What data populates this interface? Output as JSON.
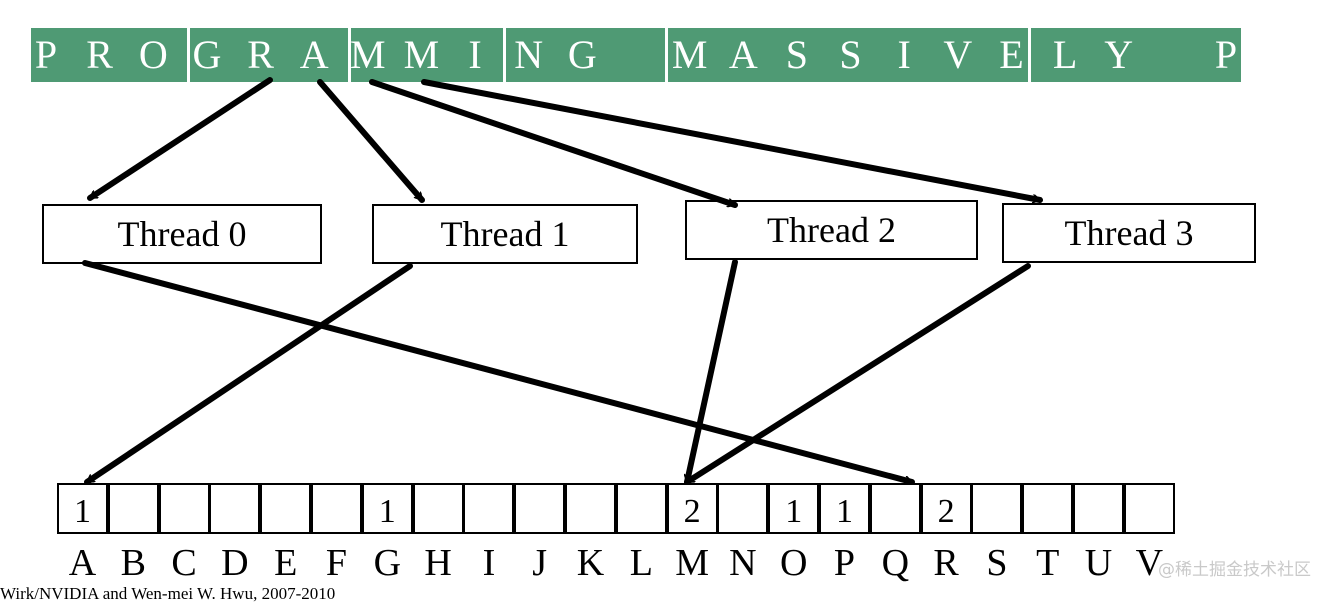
{
  "input_strip": {
    "characters": [
      "P",
      "R",
      "O",
      "G",
      "R",
      "A",
      "M",
      "M",
      "I",
      "N",
      "G",
      "",
      "M",
      "A",
      "S",
      "S",
      "I",
      "V",
      "E",
      "L",
      "Y",
      "",
      "P"
    ],
    "color": "#4f9a74"
  },
  "threads": [
    {
      "label": "Thread 0"
    },
    {
      "label": "Thread 1"
    },
    {
      "label": "Thread 2"
    },
    {
      "label": "Thread 3"
    }
  ],
  "histogram": {
    "letters": [
      "A",
      "B",
      "C",
      "D",
      "E",
      "F",
      "G",
      "H",
      "I",
      "J",
      "K",
      "L",
      "M",
      "N",
      "O",
      "P",
      "Q",
      "R",
      "S",
      "T",
      "U",
      "V"
    ],
    "counts": [
      "1",
      "",
      "",
      "",
      "",
      "",
      "1",
      "",
      "",
      "",
      "",
      "",
      "2",
      "",
      "1",
      "1",
      "",
      "2",
      "",
      "",
      "",
      ""
    ]
  },
  "watermark": "@稀土掘金技术社区",
  "footer": "Wirk/NVIDIA and Wen-mei W. Hwu, 2007-2010"
}
